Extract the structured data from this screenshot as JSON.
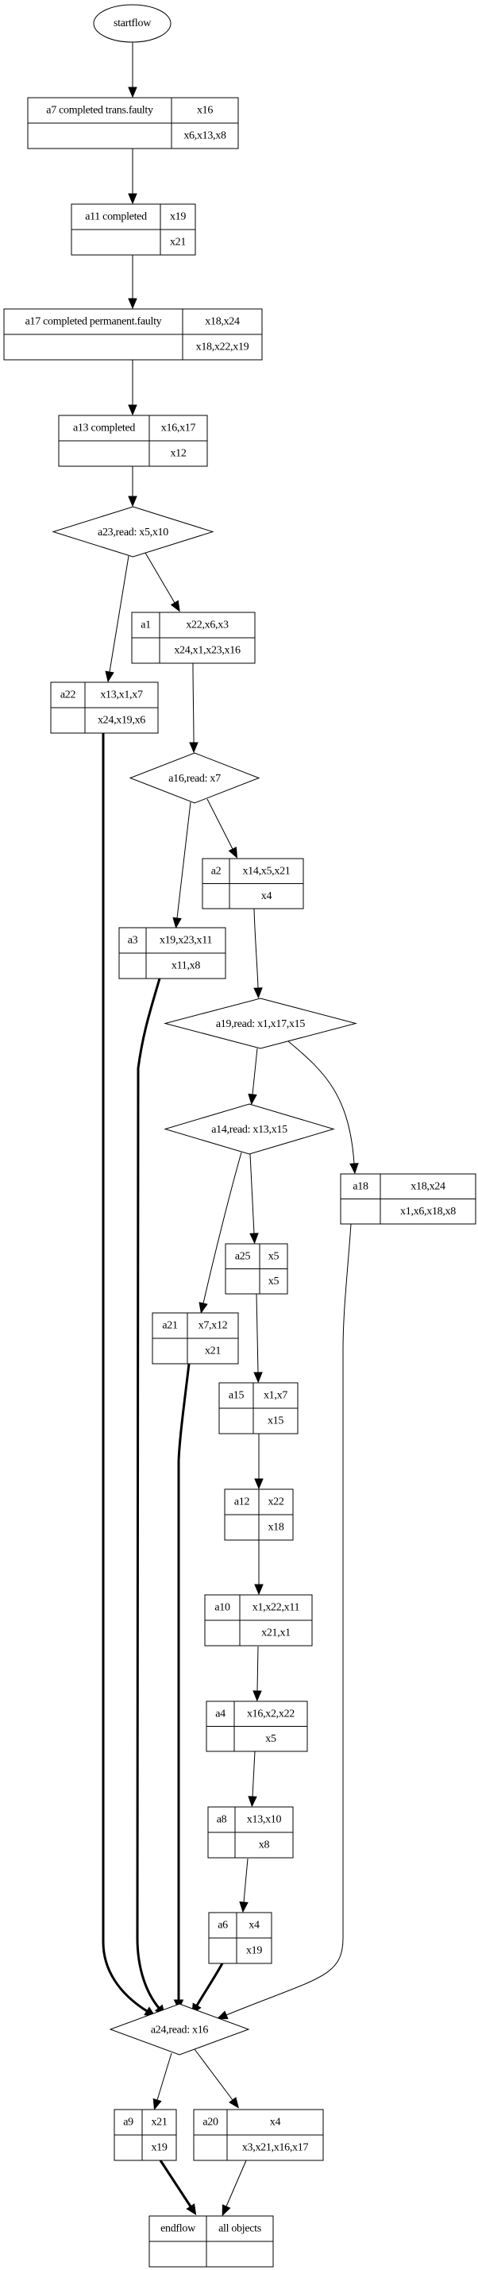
{
  "diagram": {
    "type": "flow-graph",
    "colors": {
      "line": "#000000",
      "background": "#ffffff"
    },
    "nodes": [
      {
        "id": "startflow",
        "shape": "ellipse",
        "label": "startflow"
      },
      {
        "id": "a7",
        "shape": "record",
        "name": "a7 completed trans.faulty",
        "top": "x16",
        "bottom": "x6,x13,x8"
      },
      {
        "id": "a11",
        "shape": "record",
        "name": "a11 completed",
        "top": "x19",
        "bottom": "x21"
      },
      {
        "id": "a17",
        "shape": "record",
        "name": "a17 completed permanent.faulty",
        "top": "x18,x24",
        "bottom": "x18,x22,x19"
      },
      {
        "id": "a13",
        "shape": "record",
        "name": "a13 completed",
        "top": "x16,x17",
        "bottom": "x12"
      },
      {
        "id": "a23",
        "shape": "diamond",
        "label": "a23,read: x5,x10"
      },
      {
        "id": "a1",
        "shape": "record",
        "name": "a1",
        "top": "x22,x6,x3",
        "bottom": "x24,x1,x23,x16"
      },
      {
        "id": "a22",
        "shape": "record",
        "name": "a22",
        "top": "x13,x1,x7",
        "bottom": "x24,x19,x6"
      },
      {
        "id": "a16",
        "shape": "diamond",
        "label": "a16,read: x7"
      },
      {
        "id": "a2",
        "shape": "record",
        "name": "a2",
        "top": "x14,x5,x21",
        "bottom": "x4"
      },
      {
        "id": "a3",
        "shape": "record",
        "name": "a3",
        "top": "x19,x23,x11",
        "bottom": "x11,x8"
      },
      {
        "id": "a19",
        "shape": "diamond",
        "label": "a19,read: x1,x17,x15"
      },
      {
        "id": "a14",
        "shape": "diamond",
        "label": "a14,read: x13,x15"
      },
      {
        "id": "a18",
        "shape": "record",
        "name": "a18",
        "top": "x18,x24",
        "bottom": "x1,x6,x18,x8"
      },
      {
        "id": "a25",
        "shape": "record",
        "name": "a25",
        "top": "x5",
        "bottom": "x5"
      },
      {
        "id": "a21",
        "shape": "record",
        "name": "a21",
        "top": "x7,x12",
        "bottom": "x21"
      },
      {
        "id": "a15",
        "shape": "record",
        "name": "a15",
        "top": "x1,x7",
        "bottom": "x15"
      },
      {
        "id": "a12",
        "shape": "record",
        "name": "a12",
        "top": "x22",
        "bottom": "x18"
      },
      {
        "id": "a10",
        "shape": "record",
        "name": "a10",
        "top": "x1,x22,x11",
        "bottom": "x21,x1"
      },
      {
        "id": "a4",
        "shape": "record",
        "name": "a4",
        "top": "x16,x2,x22",
        "bottom": "x5"
      },
      {
        "id": "a8",
        "shape": "record",
        "name": "a8",
        "top": "x13,x10",
        "bottom": "x8"
      },
      {
        "id": "a6",
        "shape": "record",
        "name": "a6",
        "top": "x4",
        "bottom": "x19"
      },
      {
        "id": "a24",
        "shape": "diamond",
        "label": "a24,read: x16"
      },
      {
        "id": "a9",
        "shape": "record",
        "name": "a9",
        "top": "x21",
        "bottom": "x19"
      },
      {
        "id": "a20",
        "shape": "record",
        "name": "a20",
        "top": "x4",
        "bottom": "x3,x21,x16,x17"
      },
      {
        "id": "endflow",
        "shape": "record",
        "name": "endflow",
        "top": "all objects",
        "bottom": ""
      }
    ],
    "edges": [
      {
        "from": "startflow",
        "to": "a7",
        "bold": false
      },
      {
        "from": "a7",
        "to": "a11",
        "bold": false
      },
      {
        "from": "a11",
        "to": "a17",
        "bold": false
      },
      {
        "from": "a17",
        "to": "a13",
        "bold": false
      },
      {
        "from": "a13",
        "to": "a23",
        "bold": false
      },
      {
        "from": "a23",
        "to": "a22",
        "bold": false
      },
      {
        "from": "a23",
        "to": "a1",
        "bold": false
      },
      {
        "from": "a1",
        "to": "a16",
        "bold": false
      },
      {
        "from": "a16",
        "to": "a3",
        "bold": false
      },
      {
        "from": "a16",
        "to": "a2",
        "bold": false
      },
      {
        "from": "a2",
        "to": "a19",
        "bold": false
      },
      {
        "from": "a19",
        "to": "a14",
        "bold": false
      },
      {
        "from": "a19",
        "to": "a18",
        "bold": false
      },
      {
        "from": "a14",
        "to": "a21",
        "bold": false
      },
      {
        "from": "a14",
        "to": "a25",
        "bold": false
      },
      {
        "from": "a25",
        "to": "a15",
        "bold": false
      },
      {
        "from": "a15",
        "to": "a12",
        "bold": false
      },
      {
        "from": "a12",
        "to": "a10",
        "bold": false
      },
      {
        "from": "a10",
        "to": "a4",
        "bold": false
      },
      {
        "from": "a4",
        "to": "a8",
        "bold": false
      },
      {
        "from": "a8",
        "to": "a6",
        "bold": false
      },
      {
        "from": "a22",
        "to": "a24",
        "bold": true
      },
      {
        "from": "a3",
        "to": "a24",
        "bold": true
      },
      {
        "from": "a21",
        "to": "a24",
        "bold": true
      },
      {
        "from": "a6",
        "to": "a24",
        "bold": true
      },
      {
        "from": "a18",
        "to": "a24",
        "bold": false
      },
      {
        "from": "a24",
        "to": "a9",
        "bold": false
      },
      {
        "from": "a24",
        "to": "a20",
        "bold": false
      },
      {
        "from": "a9",
        "to": "endflow",
        "bold": true
      },
      {
        "from": "a20",
        "to": "endflow",
        "bold": false
      }
    ]
  }
}
